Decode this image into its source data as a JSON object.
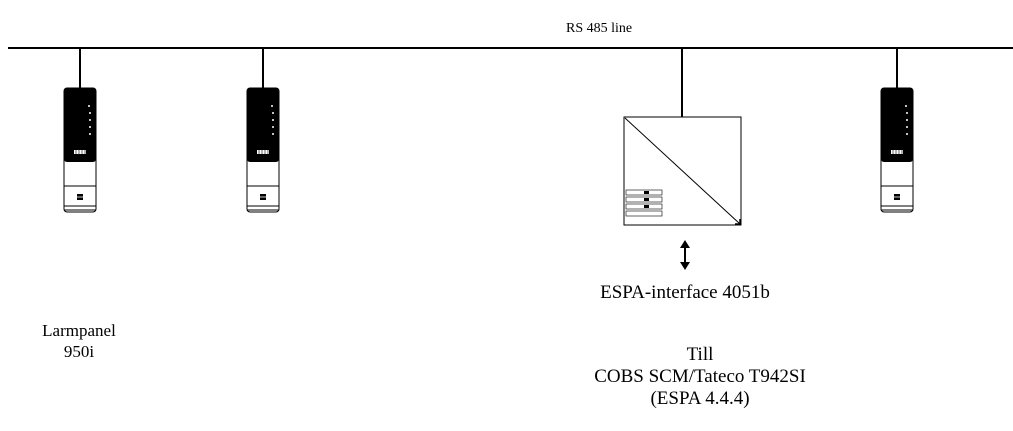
{
  "bus": {
    "label": "RS 485 line"
  },
  "panel": {
    "label_line1": "Larmpanel",
    "label_line2": "950i"
  },
  "interface": {
    "label": "ESPA-interface 4051b"
  },
  "target": {
    "line1": "Till",
    "line2": "COBS SCM/Tateco T942SI",
    "line3": "(ESPA 4.4.4)"
  },
  "colors": {
    "line": "#000000",
    "panel_body": "#000000",
    "background": "#ffffff"
  }
}
